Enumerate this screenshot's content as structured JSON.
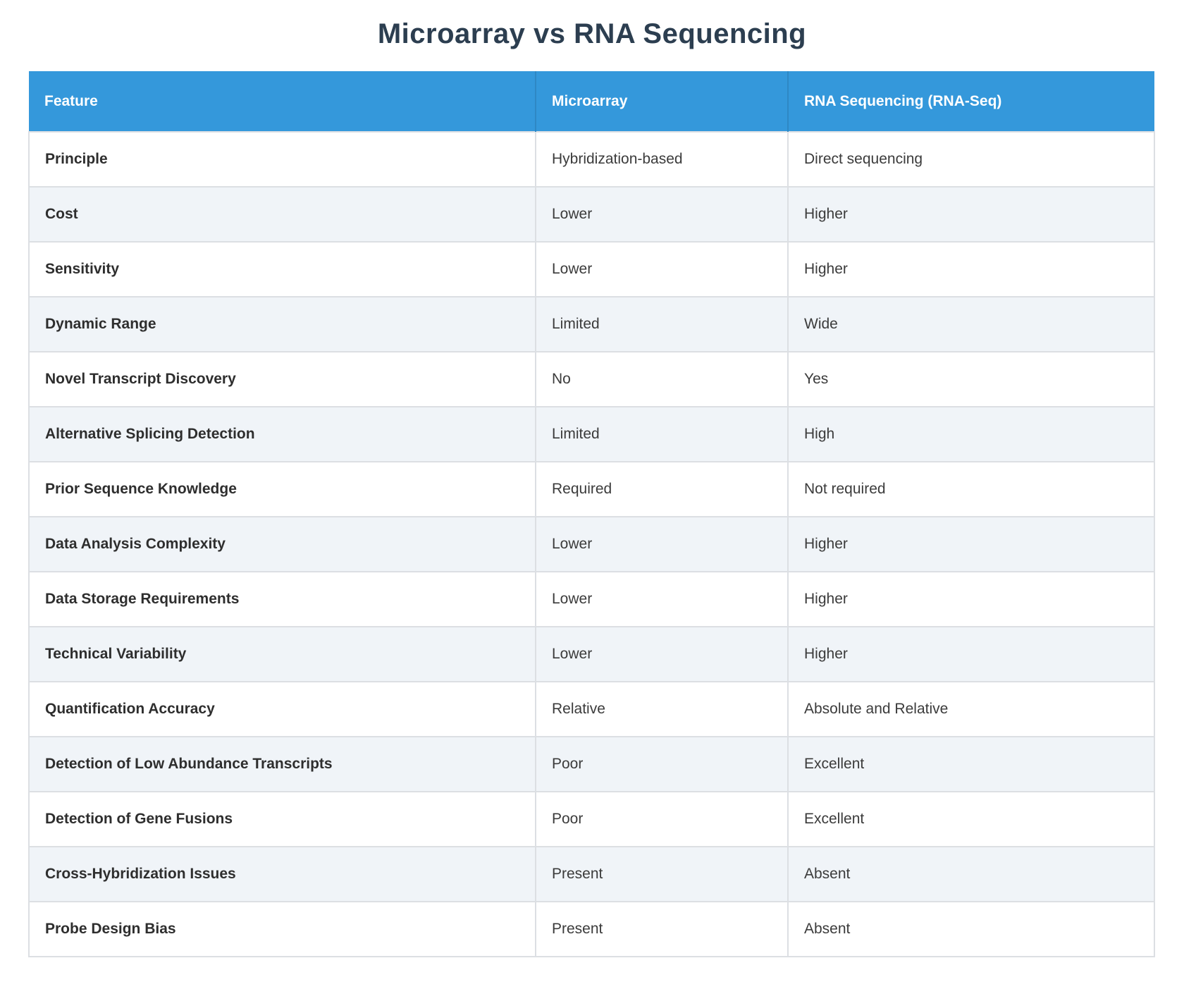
{
  "page": {
    "title": "Microarray vs RNA Sequencing"
  },
  "colors": {
    "header_background": "#3498db",
    "header_text": "#ffffff",
    "title_text": "#2c3e50",
    "row_alt_background": "#f0f4f8",
    "row_background": "#ffffff",
    "cell_border": "#dcdfe3"
  },
  "table": {
    "columns": [
      "Feature",
      "Microarray",
      "RNA Sequencing (RNA-Seq)"
    ],
    "rows": [
      {
        "feature": "Principle",
        "microarray": "Hybridization-based",
        "rnaseq": "Direct sequencing"
      },
      {
        "feature": "Cost",
        "microarray": "Lower",
        "rnaseq": "Higher"
      },
      {
        "feature": "Sensitivity",
        "microarray": "Lower",
        "rnaseq": "Higher"
      },
      {
        "feature": "Dynamic Range",
        "microarray": "Limited",
        "rnaseq": "Wide"
      },
      {
        "feature": "Novel Transcript Discovery",
        "microarray": "No",
        "rnaseq": "Yes"
      },
      {
        "feature": "Alternative Splicing Detection",
        "microarray": "Limited",
        "rnaseq": "High"
      },
      {
        "feature": "Prior Sequence Knowledge",
        "microarray": "Required",
        "rnaseq": "Not required"
      },
      {
        "feature": "Data Analysis Complexity",
        "microarray": "Lower",
        "rnaseq": "Higher"
      },
      {
        "feature": "Data Storage Requirements",
        "microarray": "Lower",
        "rnaseq": "Higher"
      },
      {
        "feature": "Technical Variability",
        "microarray": "Lower",
        "rnaseq": "Higher"
      },
      {
        "feature": "Quantification Accuracy",
        "microarray": "Relative",
        "rnaseq": "Absolute and Relative"
      },
      {
        "feature": "Detection of Low Abundance Transcripts",
        "microarray": "Poor",
        "rnaseq": "Excellent"
      },
      {
        "feature": "Detection of Gene Fusions",
        "microarray": "Poor",
        "rnaseq": "Excellent"
      },
      {
        "feature": "Cross-Hybridization Issues",
        "microarray": "Present",
        "rnaseq": "Absent"
      },
      {
        "feature": "Probe Design Bias",
        "microarray": "Present",
        "rnaseq": "Absent"
      }
    ]
  }
}
